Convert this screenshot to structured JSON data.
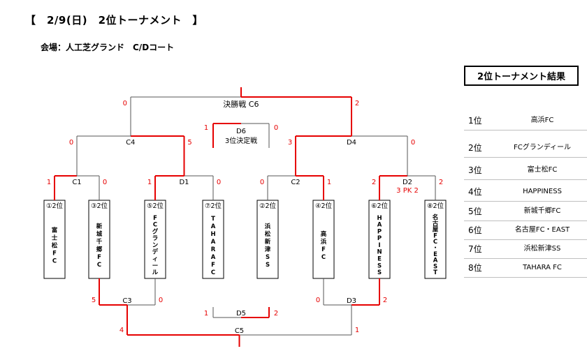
{
  "header": {
    "title": "【　2/9(日)　2位トーナメント　】",
    "venue": "会場：人工芝グランド　C/Dコート"
  },
  "colors": {
    "win": "#e60000",
    "line": "#555555",
    "text": "#000000"
  },
  "teams": [
    {
      "seed": "①2位",
      "name": "富士松FC"
    },
    {
      "seed": "③2位",
      "name": "新城千郷FC"
    },
    {
      "seed": "⑤2位",
      "name": "FCグランディール"
    },
    {
      "seed": "⑦2位",
      "name": "TAHARA FC"
    },
    {
      "seed": "②2位",
      "name": "浜松新津SS"
    },
    {
      "seed": "④2位",
      "name": "高浜FC"
    },
    {
      "seed": "⑥2位",
      "name": "HAPPINESS"
    },
    {
      "seed": "⑧2位",
      "name": "名古屋FC・EAST"
    }
  ],
  "upper": {
    "r1": [
      {
        "label": "C1",
        "score_left": "1",
        "score_right": "0",
        "winner": "left"
      },
      {
        "label": "D1",
        "score_left": "1",
        "score_right": "0",
        "winner": "left"
      },
      {
        "label": "C2",
        "score_left": "0",
        "score_right": "1",
        "winner": "right"
      },
      {
        "label": "D2",
        "score_left": "2",
        "score_right": "2",
        "winner": "left",
        "pk": "3 PK 2"
      }
    ],
    "r2": [
      {
        "label": "C4",
        "score_left": "0",
        "score_right": "5",
        "winner": "right"
      },
      {
        "label": "D4",
        "score_left": "3",
        "score_right": "0",
        "winner": "left"
      }
    ],
    "final": {
      "label": "決勝戦 C6",
      "score_left": "0",
      "score_right": "2",
      "winner": "right"
    },
    "third": {
      "label": "D6",
      "sub": "3位決定戦",
      "score_left": "1",
      "score_right": "0",
      "winner": "left"
    }
  },
  "lower": {
    "r1": [
      {
        "label": "C3",
        "score_left": "5",
        "score_right": "0",
        "winner": "left"
      },
      {
        "label": "D3",
        "score_left": "0",
        "score_right": "2",
        "winner": "right"
      }
    ],
    "final": {
      "label": "C5",
      "score_left": "4",
      "score_right": "1",
      "winner": "left"
    },
    "seventh": {
      "label": "D5",
      "score_left": "1",
      "score_right": "2",
      "winner": "right"
    }
  },
  "results": {
    "title": "2位トーナメント結果",
    "rows": [
      {
        "rank": "1位",
        "team": "高浜FC"
      },
      {
        "rank": "2位",
        "team": "FCグランディール"
      },
      {
        "rank": "3位",
        "team": "富士松FC"
      },
      {
        "rank": "4位",
        "team": "HAPPINESS"
      },
      {
        "rank": "5位",
        "team": "新城千郷FC"
      },
      {
        "rank": "6位",
        "team": "名古屋FC・EAST"
      },
      {
        "rank": "7位",
        "team": "浜松新津SS"
      },
      {
        "rank": "8位",
        "team": "TAHARA FC"
      }
    ]
  }
}
